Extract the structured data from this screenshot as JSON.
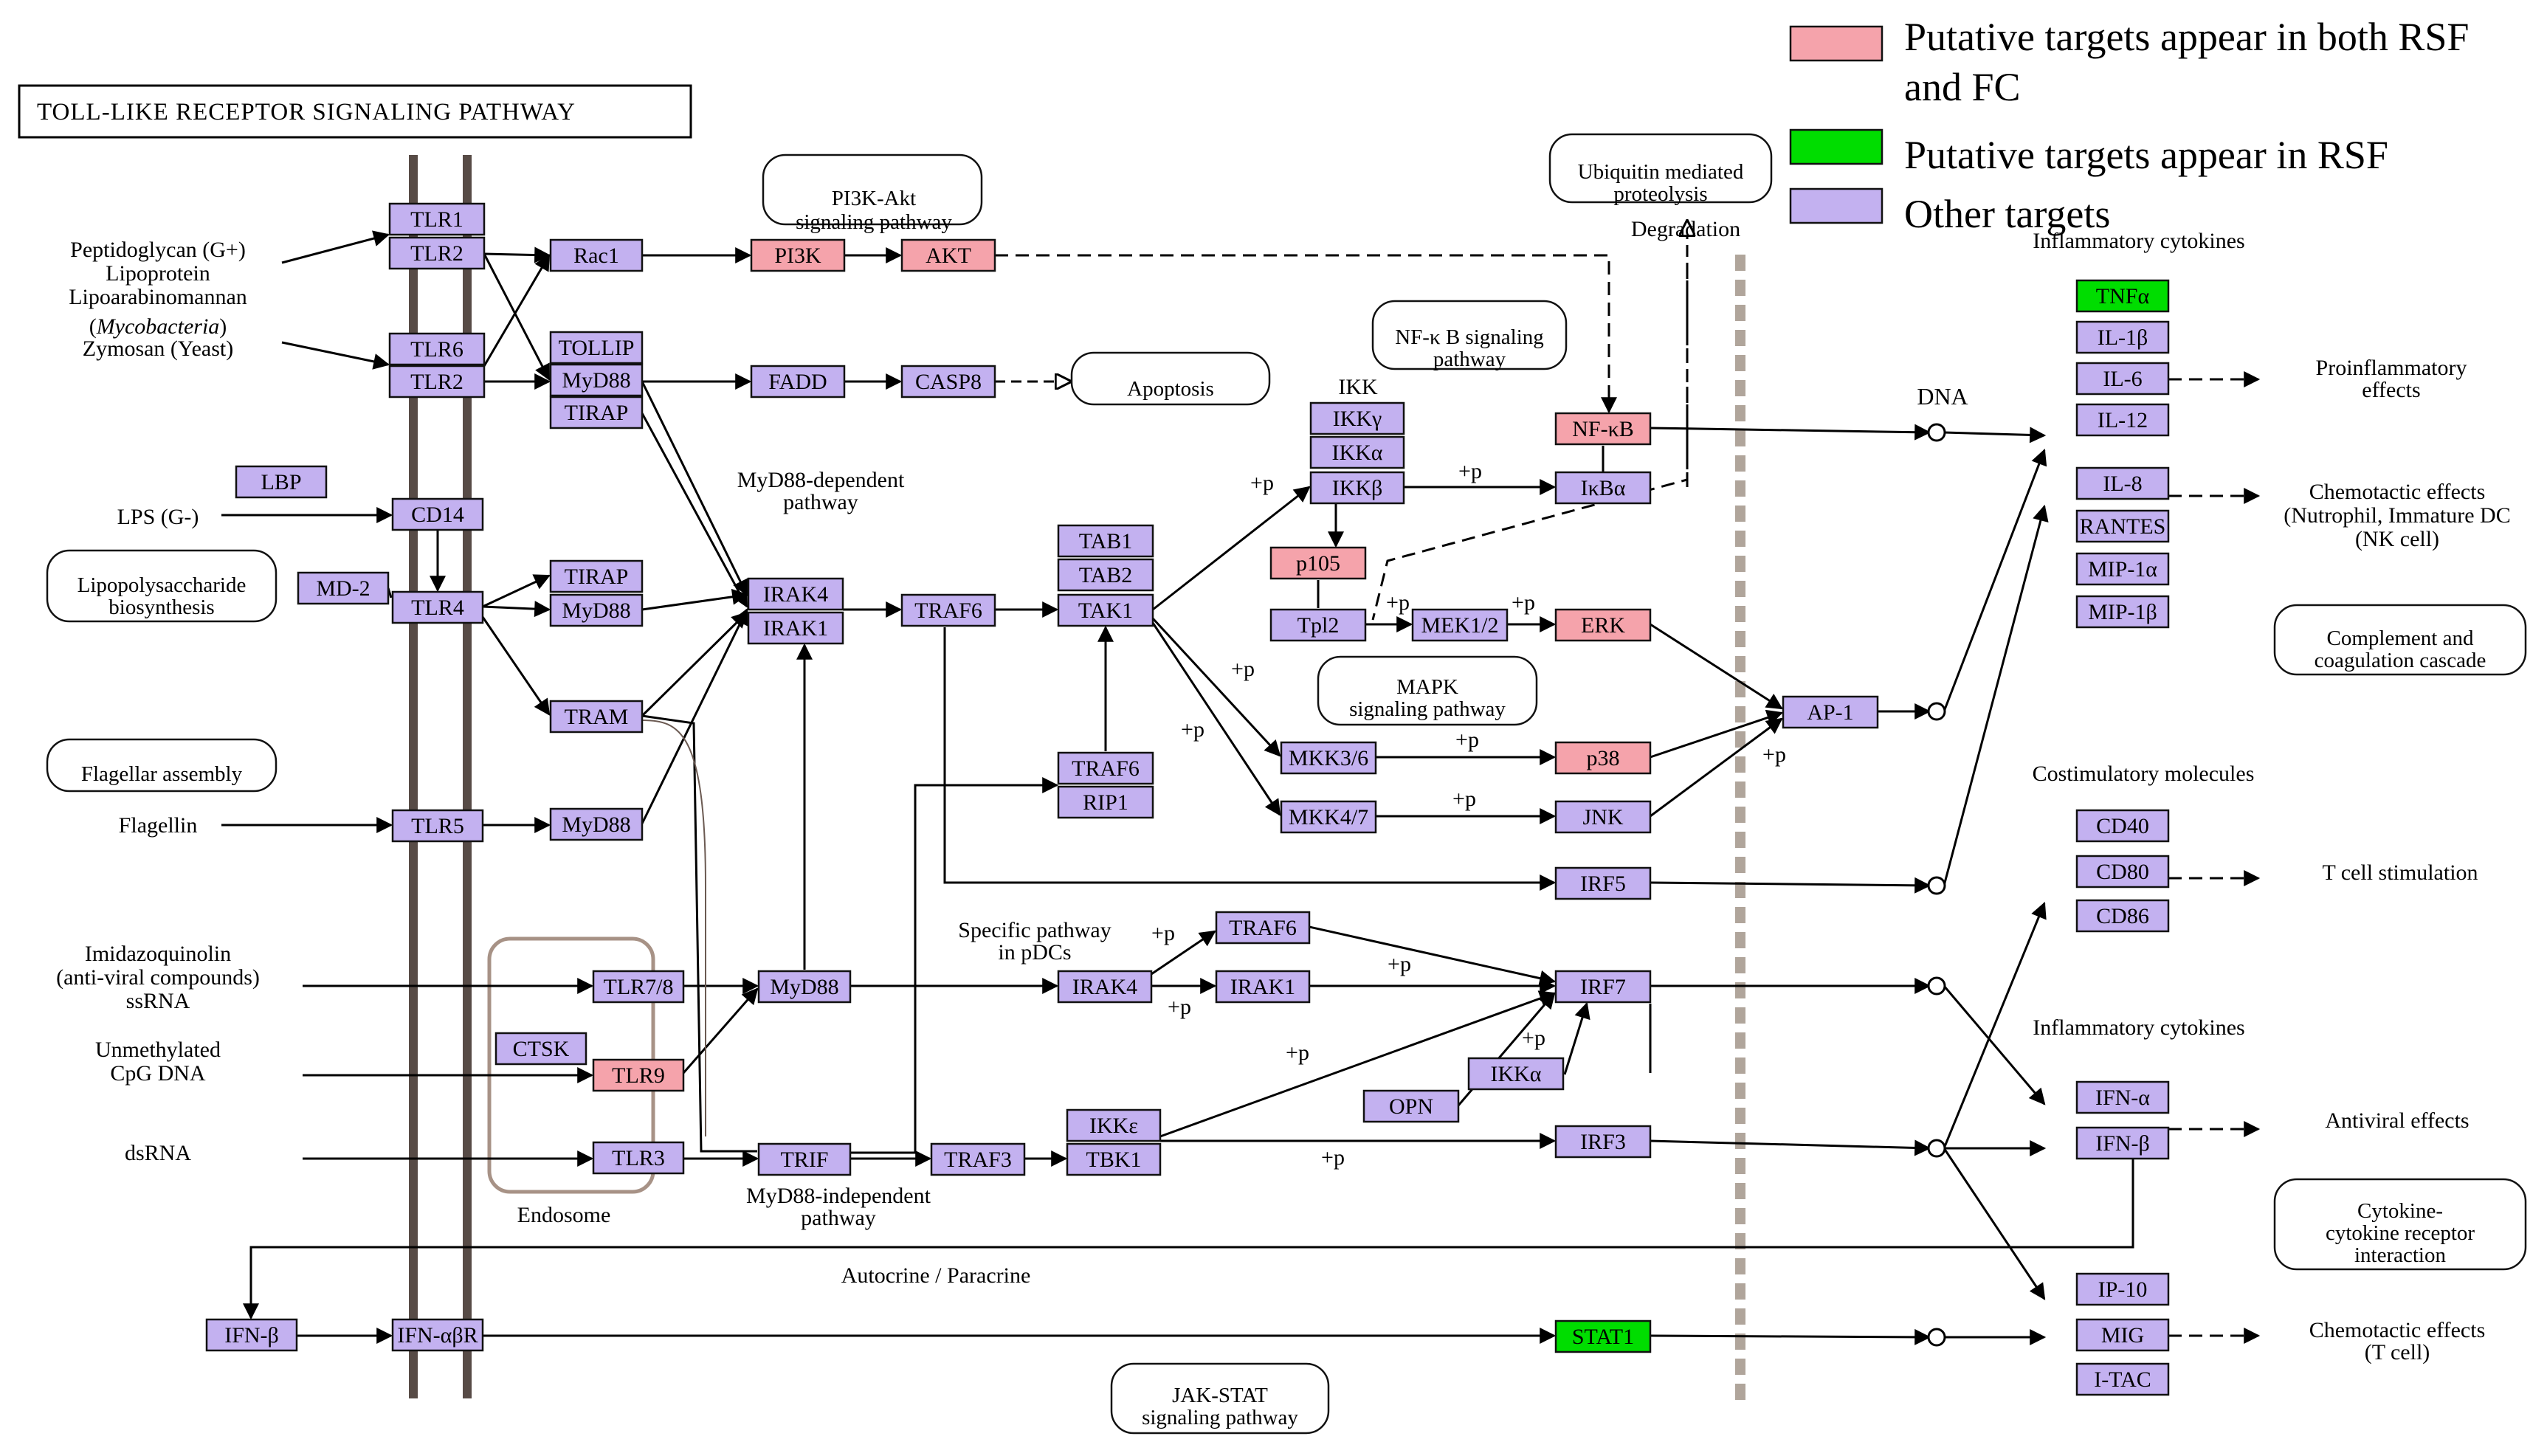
{
  "title": "TOLL-LIKE RECEPTOR SIGNALING PATHWAY",
  "legend": [
    {
      "label_lines": [
        "Putative targets appear in both RSF",
        "and FC"
      ],
      "color": "#f5a3ab"
    },
    {
      "label_lines": [
        "Putative targets appear in RSF"
      ],
      "color": "#00dd00"
    },
    {
      "label_lines": [
        "Other targets"
      ],
      "color": "#c3b1f0"
    }
  ],
  "colors": {
    "both": "#f5a3ab",
    "rsf": "#00dd00",
    "other": "#c3b1f0",
    "membrane": "#574b46",
    "nucleus_boundary": "#b0a59b",
    "endosome": "#a79286"
  },
  "nodes": [
    {
      "id": "tlr1",
      "label": "TLR1",
      "type": "other"
    },
    {
      "id": "tlr2a",
      "label": "TLR2",
      "type": "other"
    },
    {
      "id": "tlr6",
      "label": "TLR6",
      "type": "other"
    },
    {
      "id": "tlr2b",
      "label": "TLR2",
      "type": "other"
    },
    {
      "id": "lbp",
      "label": "LBP",
      "type": "other"
    },
    {
      "id": "cd14",
      "label": "CD14",
      "type": "other"
    },
    {
      "id": "md2",
      "label": "MD-2",
      "type": "other"
    },
    {
      "id": "tlr4",
      "label": "TLR4",
      "type": "other"
    },
    {
      "id": "tlr5",
      "label": "TLR5",
      "type": "other"
    },
    {
      "id": "tlr78",
      "label": "TLR7/8",
      "type": "other"
    },
    {
      "id": "ctsk",
      "label": "CTSK",
      "type": "other"
    },
    {
      "id": "tlr9",
      "label": "TLR9",
      "type": "both"
    },
    {
      "id": "tlr3",
      "label": "TLR3",
      "type": "other"
    },
    {
      "id": "ifnb_l",
      "label": "IFN-β",
      "type": "other"
    },
    {
      "id": "ifnabr",
      "label": "IFN-αβR",
      "type": "other"
    },
    {
      "id": "rac1",
      "label": "Rac1",
      "type": "other"
    },
    {
      "id": "tollip",
      "label": "TOLLIP",
      "type": "other"
    },
    {
      "id": "myd88a",
      "label": "MyD88",
      "type": "other"
    },
    {
      "id": "tirapa",
      "label": "TIRAP",
      "type": "other"
    },
    {
      "id": "tirapb",
      "label": "TIRAP",
      "type": "other"
    },
    {
      "id": "myd88b",
      "label": "MyD88",
      "type": "other"
    },
    {
      "id": "tram",
      "label": "TRAM",
      "type": "other"
    },
    {
      "id": "myd88c",
      "label": "MyD88",
      "type": "other"
    },
    {
      "id": "myd88d",
      "label": "MyD88",
      "type": "other"
    },
    {
      "id": "trif",
      "label": "TRIF",
      "type": "other"
    },
    {
      "id": "pi3k",
      "label": "PI3K",
      "type": "both"
    },
    {
      "id": "akt",
      "label": "AKT",
      "type": "both"
    },
    {
      "id": "fadd",
      "label": "FADD",
      "type": "other"
    },
    {
      "id": "casp8",
      "label": "CASP8",
      "type": "other"
    },
    {
      "id": "irak4a",
      "label": "IRAK4",
      "type": "other"
    },
    {
      "id": "irak1a",
      "label": "IRAK1",
      "type": "other"
    },
    {
      "id": "traf6a",
      "label": "TRAF6",
      "type": "other"
    },
    {
      "id": "tab1",
      "label": "TAB1",
      "type": "other"
    },
    {
      "id": "tab2",
      "label": "TAB2",
      "type": "other"
    },
    {
      "id": "tak1",
      "label": "TAK1",
      "type": "other"
    },
    {
      "id": "traf6b",
      "label": "TRAF6",
      "type": "other"
    },
    {
      "id": "rip1",
      "label": "RIP1",
      "type": "other"
    },
    {
      "id": "irak4b",
      "label": "IRAK4",
      "type": "other"
    },
    {
      "id": "irak1b",
      "label": "IRAK1",
      "type": "other"
    },
    {
      "id": "traf6c",
      "label": "TRAF6",
      "type": "other"
    },
    {
      "id": "traf3",
      "label": "TRAF3",
      "type": "other"
    },
    {
      "id": "ikke",
      "label": "IKKε",
      "type": "other"
    },
    {
      "id": "tbk1",
      "label": "TBK1",
      "type": "other"
    },
    {
      "id": "ikkg",
      "label": "IKKγ",
      "type": "other"
    },
    {
      "id": "ikka",
      "label": "IKKα",
      "type": "other"
    },
    {
      "id": "ikkb",
      "label": "IKKβ",
      "type": "other"
    },
    {
      "id": "nfkb",
      "label": "NF-κB",
      "type": "both"
    },
    {
      "id": "ikba",
      "label": "IκBα",
      "type": "other"
    },
    {
      "id": "p105",
      "label": "p105",
      "type": "both"
    },
    {
      "id": "tpl2",
      "label": "Tpl2",
      "type": "other"
    },
    {
      "id": "mek12",
      "label": "MEK1/2",
      "type": "other"
    },
    {
      "id": "erk",
      "label": "ERK",
      "type": "both"
    },
    {
      "id": "mkk36",
      "label": "MKK3/6",
      "type": "other"
    },
    {
      "id": "p38",
      "label": "p38",
      "type": "both"
    },
    {
      "id": "mkk47",
      "label": "MKK4/7",
      "type": "other"
    },
    {
      "id": "jnk",
      "label": "JNK",
      "type": "other"
    },
    {
      "id": "ap1",
      "label": "AP-1",
      "type": "other"
    },
    {
      "id": "irf5",
      "label": "IRF5",
      "type": "other"
    },
    {
      "id": "irf7",
      "label": "IRF7",
      "type": "other"
    },
    {
      "id": "ikka2",
      "label": "IKKα",
      "type": "other"
    },
    {
      "id": "opn",
      "label": "OPN",
      "type": "other"
    },
    {
      "id": "irf3",
      "label": "IRF3",
      "type": "other"
    },
    {
      "id": "stat1",
      "label": "STAT1",
      "type": "rsf"
    },
    {
      "id": "tnfa",
      "label": "TNFα",
      "type": "rsf"
    },
    {
      "id": "il1b",
      "label": "IL-1β",
      "type": "other"
    },
    {
      "id": "il6",
      "label": "IL-6",
      "type": "other"
    },
    {
      "id": "il12",
      "label": "IL-12",
      "type": "other"
    },
    {
      "id": "il8",
      "label": "IL-8",
      "type": "other"
    },
    {
      "id": "rantes",
      "label": "RANTES",
      "type": "other"
    },
    {
      "id": "mip1a",
      "label": "MIP-1α",
      "type": "other"
    },
    {
      "id": "mip1b",
      "label": "MIP-1β",
      "type": "other"
    },
    {
      "id": "cd40",
      "label": "CD40",
      "type": "other"
    },
    {
      "id": "cd80",
      "label": "CD80",
      "type": "other"
    },
    {
      "id": "cd86",
      "label": "CD86",
      "type": "other"
    },
    {
      "id": "ifna",
      "label": "IFN-α",
      "type": "other"
    },
    {
      "id": "ifnb_r",
      "label": "IFN-β",
      "type": "other"
    },
    {
      "id": "ip10",
      "label": "IP-10",
      "type": "other"
    },
    {
      "id": "mig",
      "label": "MIG",
      "type": "other"
    },
    {
      "id": "itac",
      "label": "I-TAC",
      "type": "other"
    }
  ],
  "pathways": [
    {
      "id": "pi3k_akt",
      "lines": [
        "PI3K-Akt",
        "signaling pathway"
      ]
    },
    {
      "id": "ubiquitin",
      "lines": [
        "Ubiquitin mediated",
        "proteolysis"
      ]
    },
    {
      "id": "nfkb_path",
      "lines": [
        "NF-κ B signaling",
        "pathway"
      ]
    },
    {
      "id": "apoptosis",
      "lines": [
        "Apoptosis"
      ]
    },
    {
      "id": "lps_bio",
      "lines": [
        "Lipopolysaccharide",
        "biosynthesis"
      ]
    },
    {
      "id": "flagellar",
      "lines": [
        "Flagellar assembly"
      ]
    },
    {
      "id": "mapk",
      "lines": [
        "MAPK",
        "signaling pathway"
      ]
    },
    {
      "id": "complement",
      "lines": [
        "Complement and",
        "coagulation cascade"
      ]
    },
    {
      "id": "cytokine",
      "lines": [
        "Cytokine-",
        "cytokine receptor",
        "interaction"
      ]
    },
    {
      "id": "jakstat",
      "lines": [
        "JAK-STAT",
        "signaling pathway"
      ]
    }
  ],
  "labels": [
    {
      "id": "lig1",
      "lines": [
        "Peptidoglycan (G+)",
        "Lipoprotein",
        "Lipoarabinomannan"
      ]
    },
    {
      "id": "lig1b",
      "text_parts": [
        "(",
        "Mycobacteria",
        ")"
      ]
    },
    {
      "id": "lig1c",
      "lines": [
        "Zymosan (Yeast)"
      ]
    },
    {
      "id": "lps",
      "lines": [
        "LPS (G-)"
      ]
    },
    {
      "id": "flagellin",
      "lines": [
        "Flagellin"
      ]
    },
    {
      "id": "imid",
      "lines": [
        "Imidazoquinolin",
        "(anti-viral compounds)",
        "ssRNA"
      ]
    },
    {
      "id": "cpg",
      "lines": [
        "Unmethylated",
        "CpG DNA"
      ]
    },
    {
      "id": "dsrna",
      "lines": [
        "dsRNA"
      ]
    },
    {
      "id": "endosome",
      "lines": [
        "Endosome"
      ]
    },
    {
      "id": "myd88dep",
      "lines": [
        "MyD88-dependent",
        "pathway"
      ]
    },
    {
      "id": "myd88indep",
      "lines": [
        "MyD88-independent",
        "pathway"
      ]
    },
    {
      "id": "specific",
      "lines": [
        "Specific pathway",
        "in pDCs"
      ]
    },
    {
      "id": "ikk",
      "lines": [
        "IKK"
      ]
    },
    {
      "id": "degradation",
      "lines": [
        "Degradation"
      ]
    },
    {
      "id": "dna",
      "lines": [
        "DNA"
      ]
    },
    {
      "id": "autocrine",
      "lines": [
        "Autocrine / Paracrine"
      ]
    },
    {
      "id": "infl1",
      "lines": [
        "Inflammatory cytokines"
      ]
    },
    {
      "id": "costim",
      "lines": [
        "Costimulatory molecules"
      ]
    },
    {
      "id": "infl2",
      "lines": [
        "Inflammatory cytokines"
      ]
    },
    {
      "id": "proinfl",
      "lines": [
        "Proinflammatory",
        "effects"
      ]
    },
    {
      "id": "chemo1",
      "lines": [
        "Chemotactic effects",
        "(Nutrophil, Immature DC",
        "(NK cell)"
      ]
    },
    {
      "id": "tcell",
      "lines": [
        "T cell stimulation"
      ]
    },
    {
      "id": "antiviral",
      "lines": [
        "Antiviral effects"
      ]
    },
    {
      "id": "chemo2",
      "lines": [
        "Chemotactic effects",
        "(T cell)"
      ]
    }
  ],
  "phospho_label": "+p"
}
